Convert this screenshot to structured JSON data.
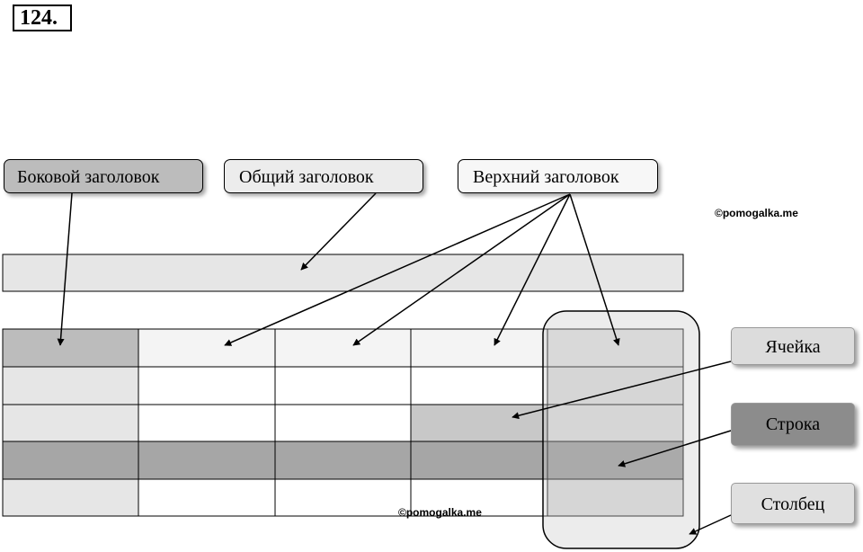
{
  "task": {
    "number": "124."
  },
  "labels": {
    "side_header": "Боковой заголовок",
    "common_header": "Общий заголовок",
    "top_header": "Верхний заголовок",
    "cell": "Ячейка",
    "row": "Строка",
    "column": "Столбец"
  },
  "watermark": "©pomogalka.me",
  "table": {
    "rows": 5,
    "columns": 5
  },
  "colors": {
    "side_header": "#bcbcbc",
    "common_header": "#e6e6e6",
    "top_header": "#f4f4f4",
    "row_fill": "#a6a6a6",
    "column_fill": "#dedede",
    "cell_fill": "#c8c8c8"
  }
}
